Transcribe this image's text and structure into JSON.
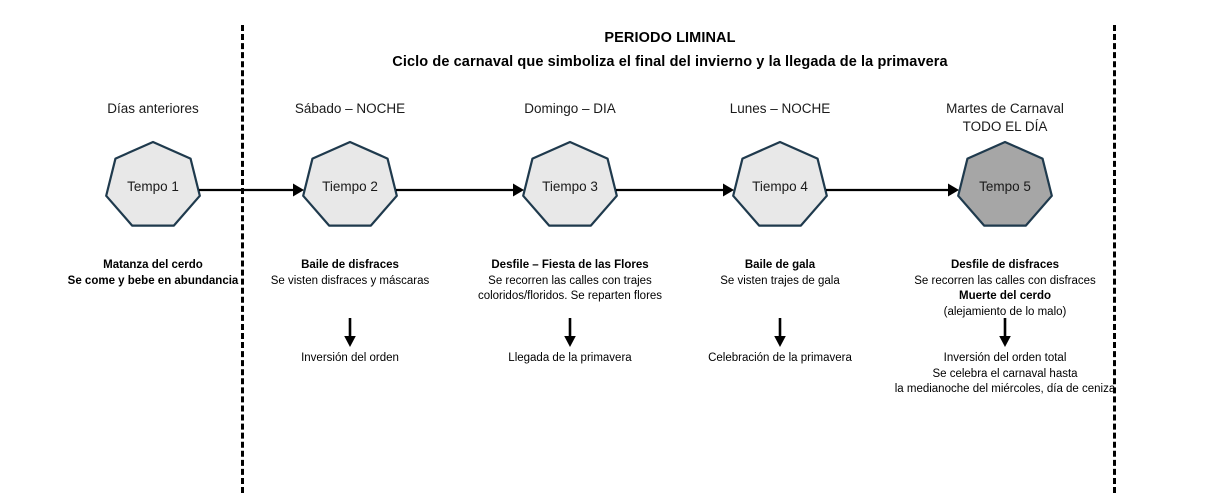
{
  "header": {
    "title": "PERIODO LIMINAL",
    "subtitle": "Ciclo de carnaval que simboliza el final del invierno y la llegada de la primavera"
  },
  "colors": {
    "node_stroke": "#1F3A4D",
    "node_fill_light": "#E8E8E8",
    "node_fill_dark": "#A6A6A6",
    "arrow": "#000000",
    "boundary": "#000000",
    "text": "#000000"
  },
  "stages": [
    {
      "phase_label": "Días anteriores",
      "node_label": "Tempo 1",
      "node_fill": "dark-none",
      "desc_lines": [
        {
          "text": "Matanza del cerdo",
          "bold": true
        },
        {
          "text": "Se come y bebe en abundancia",
          "bold": true
        }
      ],
      "outcome_lines": []
    },
    {
      "phase_label": "Sábado – NOCHE",
      "node_label": "Tiempo 2",
      "node_fill": "light",
      "desc_lines": [
        {
          "text": "Baile de disfraces",
          "bold": true
        },
        {
          "text": "Se visten disfraces y máscaras",
          "bold": false
        }
      ],
      "outcome_lines": [
        {
          "text": "Inversión del orden",
          "bold": false
        }
      ]
    },
    {
      "phase_label": "Domingo – DIA",
      "node_label": "Tiempo 3",
      "node_fill": "light",
      "desc_lines": [
        {
          "text": "Desfile – Fiesta de las Flores",
          "bold": true
        },
        {
          "text": "Se recorren las calles con trajes",
          "bold": false
        },
        {
          "text": "coloridos/floridos. Se reparten flores",
          "bold": false
        }
      ],
      "outcome_lines": [
        {
          "text": "Llegada de la primavera",
          "bold": false
        }
      ]
    },
    {
      "phase_label": "Lunes – NOCHE",
      "node_label": "Tiempo 4",
      "node_fill": "light",
      "desc_lines": [
        {
          "text": "Baile de gala",
          "bold": true
        },
        {
          "text": "Se visten trajes de gala",
          "bold": false
        }
      ],
      "outcome_lines": [
        {
          "text": "Celebración de la primavera",
          "bold": false
        }
      ]
    },
    {
      "phase_label": "Martes de Carnaval\nTODO EL DÍA",
      "node_label": "Tempo 5",
      "node_fill": "dark",
      "desc_lines": [
        {
          "text": "Desfile de disfraces",
          "bold": true
        },
        {
          "text": "Se recorren las calles con disfraces",
          "bold": false
        },
        {
          "text": "Muerte del cerdo",
          "bold": true
        },
        {
          "text": "(alejamiento de lo malo)",
          "bold": false
        }
      ],
      "outcome_lines": [
        {
          "text": "Inversión del orden total",
          "bold": false
        },
        {
          "text": "Se celebra el carnaval hasta",
          "bold": false
        },
        {
          "text": "la medianoche del miércoles, día de ceniza",
          "bold": false
        }
      ]
    }
  ],
  "connectors": [
    {
      "from": "Tempo 1",
      "to": "Tiempo 2"
    },
    {
      "from": "Tiempo 2",
      "to": "Tiempo 3"
    },
    {
      "from": "Tiempo 3",
      "to": "Tiempo 4"
    },
    {
      "from": "Tiempo 4",
      "to": "Tempo 5"
    }
  ]
}
